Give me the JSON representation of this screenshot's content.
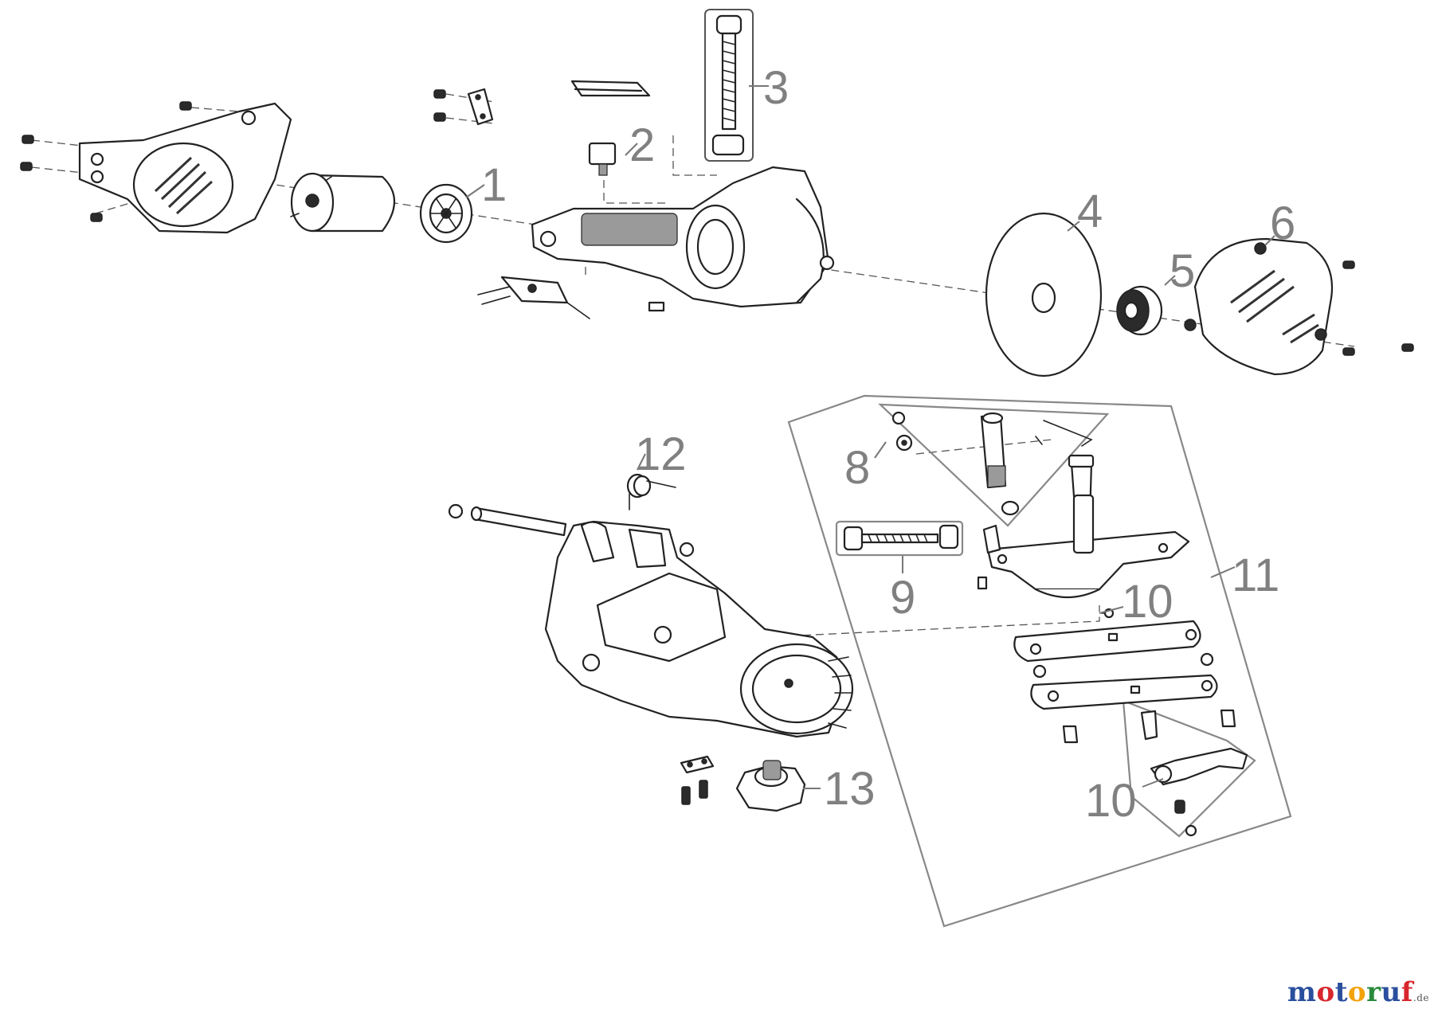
{
  "diagram": {
    "callouts": [
      {
        "id": "1",
        "label": "1"
      },
      {
        "id": "2",
        "label": "2"
      },
      {
        "id": "3",
        "label": "3"
      },
      {
        "id": "4",
        "label": "4"
      },
      {
        "id": "5",
        "label": "5"
      },
      {
        "id": "6",
        "label": "6"
      },
      {
        "id": "8",
        "label": "8"
      },
      {
        "id": "9",
        "label": "9"
      },
      {
        "id": "10a",
        "label": "10"
      },
      {
        "id": "10b",
        "label": "10"
      },
      {
        "id": "11",
        "label": "11"
      },
      {
        "id": "12",
        "label": "12"
      },
      {
        "id": "13",
        "label": "13"
      }
    ]
  },
  "logo": {
    "text": "motoruf",
    "suffix": ".de",
    "letter_colors": [
      "#2a4f9e",
      "#d8262e",
      "#2a4f9e",
      "#f2a20a",
      "#2a8a3c",
      "#2a4f9e",
      "#d8262e"
    ]
  },
  "colors": {
    "line": "#222222",
    "callout": "#808080",
    "leader": "#777777"
  }
}
